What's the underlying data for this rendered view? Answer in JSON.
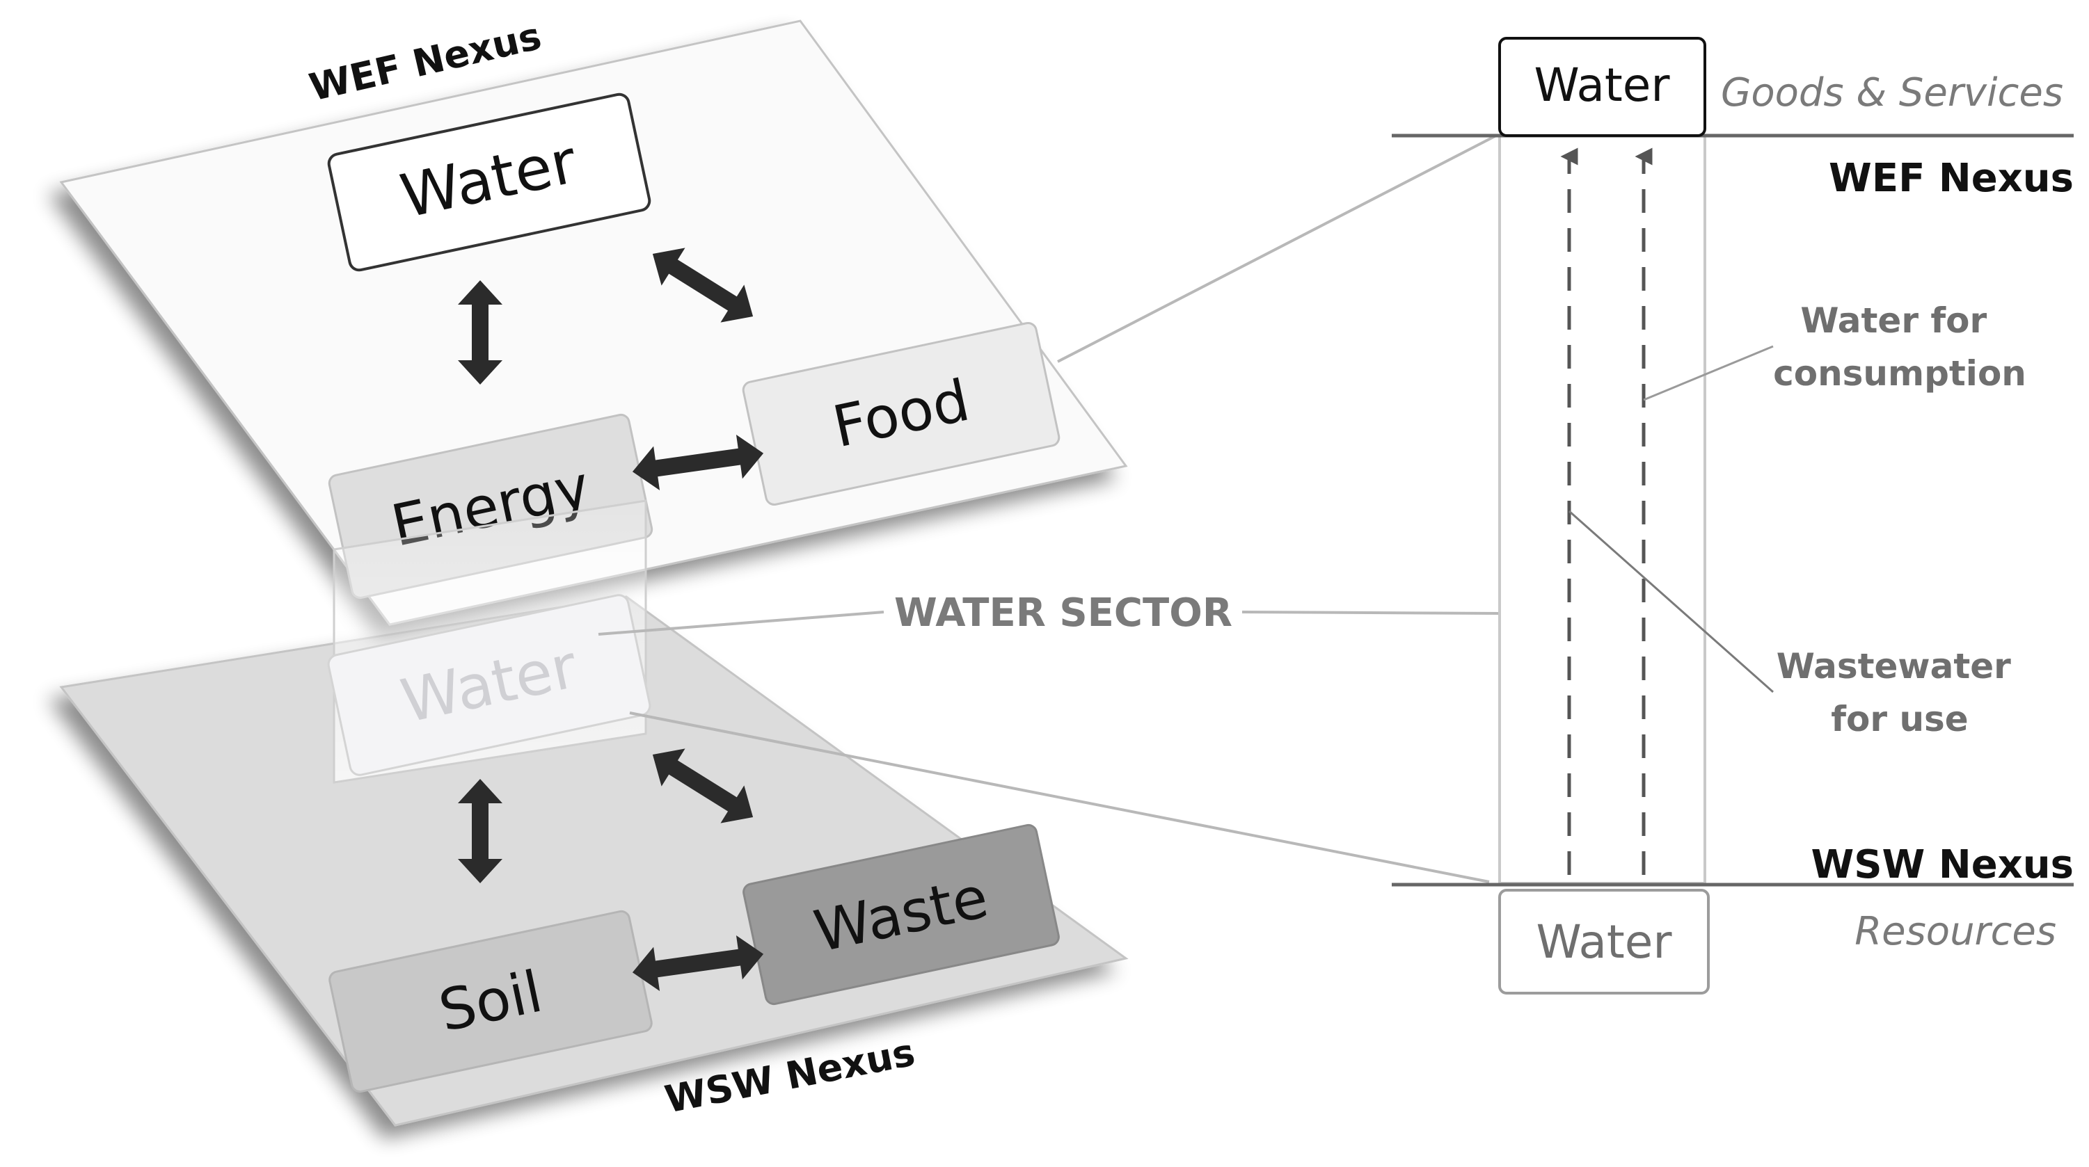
{
  "wef_plane": {
    "title": "WEF Nexus",
    "water": "Water",
    "energy": "Energy",
    "food": "Food"
  },
  "wsw_plane": {
    "title": "WSW Nexus",
    "water": "Water",
    "soil": "Soil",
    "waste": "Waste"
  },
  "water_sector_label": "WATER SECTOR",
  "column": {
    "top_box": "Water",
    "top_caption": "Goods & Services",
    "top_level": "WEF Nexus",
    "flow_consumption": "Water for\nconsumption",
    "flow_wastewater": "Wastewater\nfor use",
    "bottom_level": "WSW Nexus",
    "bottom_box": "Water",
    "bottom_caption": "Resources"
  },
  "colors": {
    "plane_top": "#fafafa",
    "plane_bottom": "#dcdcdc",
    "box_energy": "#dedede",
    "box_food": "#ececec",
    "box_soil": "#c8c8c8",
    "box_waste": "#9a9a9a",
    "arrow": "#2b2b2b",
    "guide_line": "#b8b8b8",
    "label_grey": "#6f6f6f"
  },
  "icons": {
    "double_arrow": "double-headed-arrow-icon",
    "flow_arrow": "dashed-up-arrow-icon"
  }
}
